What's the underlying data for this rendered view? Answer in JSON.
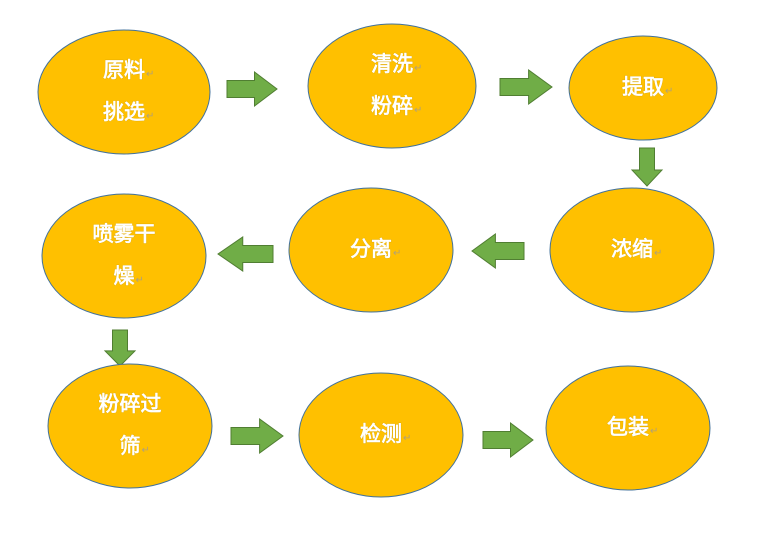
{
  "colors": {
    "node_fill": "#ffc000",
    "node_stroke": "#41719c",
    "arrow_fill": "#70ad47",
    "arrow_stroke": "#507e32",
    "text": "#ffffff"
  },
  "steps": [
    {
      "id": "raw-material-selection",
      "lines": [
        "原料",
        "挑选"
      ]
    },
    {
      "id": "wash-crush",
      "lines": [
        "清洗",
        "粉碎"
      ]
    },
    {
      "id": "extraction",
      "lines": [
        "提取"
      ]
    },
    {
      "id": "concentration",
      "lines": [
        "浓缩"
      ]
    },
    {
      "id": "separation",
      "lines": [
        "分离"
      ]
    },
    {
      "id": "spray-drying",
      "lines": [
        "喷雾干",
        "燥"
      ]
    },
    {
      "id": "crush-sieve",
      "lines": [
        "粉碎过",
        "筛"
      ]
    },
    {
      "id": "inspection",
      "lines": [
        "检测"
      ]
    },
    {
      "id": "packaging",
      "lines": [
        "包装"
      ]
    }
  ],
  "flow": [
    {
      "from": 0,
      "to": 1
    },
    {
      "from": 1,
      "to": 2
    },
    {
      "from": 2,
      "to": 3
    },
    {
      "from": 3,
      "to": 4
    },
    {
      "from": 4,
      "to": 5
    },
    {
      "from": 5,
      "to": 6
    },
    {
      "from": 6,
      "to": 7
    },
    {
      "from": 7,
      "to": 8
    }
  ],
  "paragraph_mark": "↵"
}
